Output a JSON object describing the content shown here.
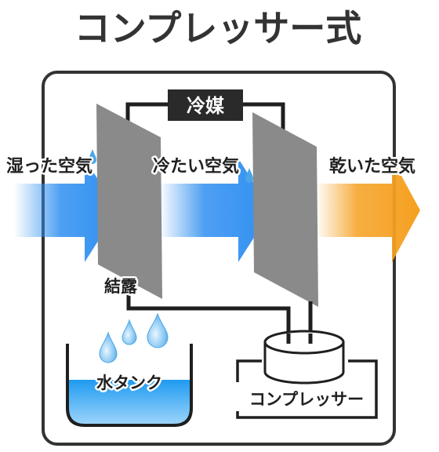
{
  "title": "コンプレッサー式",
  "labels": {
    "humid_air": "湿った空気",
    "cooled_air": "冷たい空気",
    "dry_air": "乾いた空気",
    "refrigerant": "冷媒",
    "condensation": "結露",
    "water_tank": "水タンク",
    "compressor": "コンプレッサー"
  },
  "colors": {
    "frame_border": "#333333",
    "plate": "#8a8a8a",
    "blue_arrow": "#2f8ff0",
    "orange_arrow": "#f5a020",
    "water": "#3aa5f0",
    "pipe": "#1f1f1f"
  },
  "icons": {
    "water_drop": "water-drop-icon"
  }
}
